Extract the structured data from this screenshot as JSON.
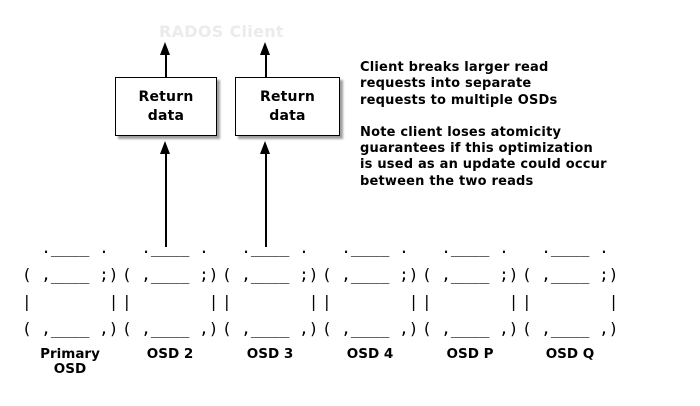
{
  "ghost_title": "RADOS Client",
  "return_boxes": [
    {
      "text": "Return\ndata"
    },
    {
      "text": "Return\ndata"
    }
  ],
  "notes": {
    "para1": "Client breaks larger read\nrequests into separate\nrequests to multiple OSDs",
    "para2": "Note client loses atomicity\nguarantees if this optimization\nis used as an update could occur\nbetween the two reads"
  },
  "cylinder_art": "  .____ .\n( ,____ ;)\n|        |\n( ,____ ,)",
  "osds": [
    {
      "label": "Primary\nOSD"
    },
    {
      "label": "OSD 2"
    },
    {
      "label": "OSD 3"
    },
    {
      "label": "OSD 4"
    },
    {
      "label": "OSD P"
    },
    {
      "label": "OSD Q"
    }
  ],
  "colors": {
    "ink": "#000000",
    "ghost_text": "#ebebeb",
    "box_shadow": "#999999",
    "background": "#ffffff"
  }
}
